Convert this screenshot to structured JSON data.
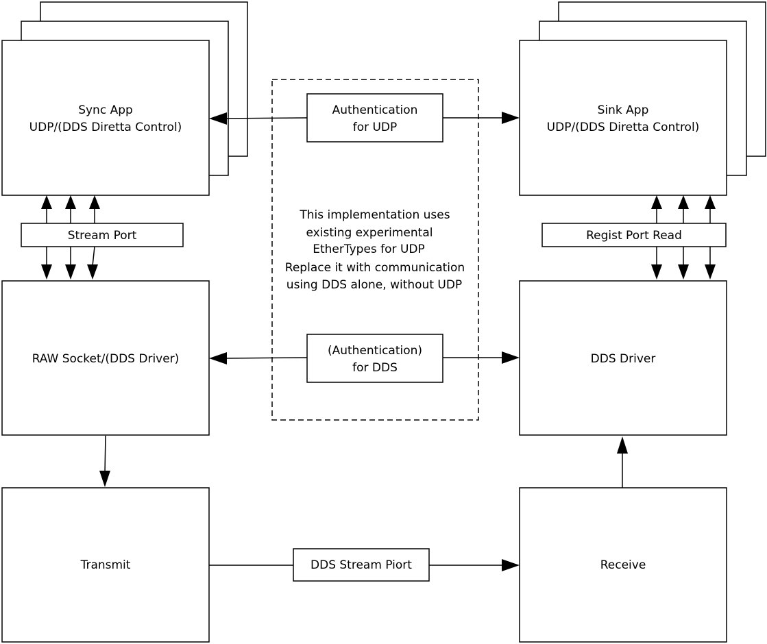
{
  "sync_app": {
    "line1": "Sync App",
    "line2": "UDP/(DDS Diretta Control)"
  },
  "sink_app": {
    "line1": "Sink App",
    "line2": "UDP/(DDS Diretta Control)"
  },
  "auth_udp": {
    "line1": "Authentication",
    "line2": "for UDP"
  },
  "auth_dds": {
    "line1": "(Authentication)",
    "line2": "for DDS"
  },
  "note": {
    "lines": [
      "This implementation uses",
      "existing experimental",
      "EtherTypes for UDP",
      "Replace it with communication",
      "using DDS alone, without UDP"
    ]
  },
  "stream_port": "Stream Port",
  "regist_port_read": "Regist Port Read",
  "raw_socket": "RAW Socket/(DDS Driver)",
  "dds_driver": "DDS Driver",
  "transmit": "Transmit",
  "receive": "Receive",
  "dds_stream_port": "DDS Stream Piort"
}
